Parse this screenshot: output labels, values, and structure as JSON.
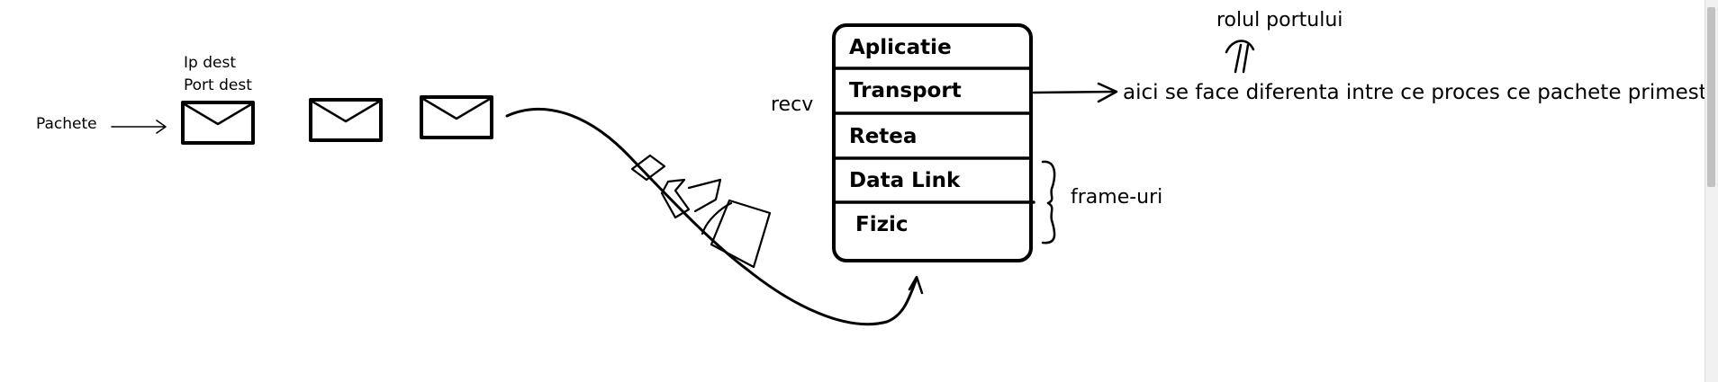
{
  "labels": {
    "pachete": "Pachete",
    "ip_dest": "Ip dest",
    "port_dest": "Port dest",
    "recv": "recv",
    "rolul_portului": "rolul portului",
    "aici_note": "aici se face diferenta intre ce proces ce pachete primeste",
    "frame_uri": "frame-uri"
  },
  "layers": [
    "Aplicatie",
    "Transport",
    "Retea",
    "Data Link",
    "Fizic"
  ]
}
